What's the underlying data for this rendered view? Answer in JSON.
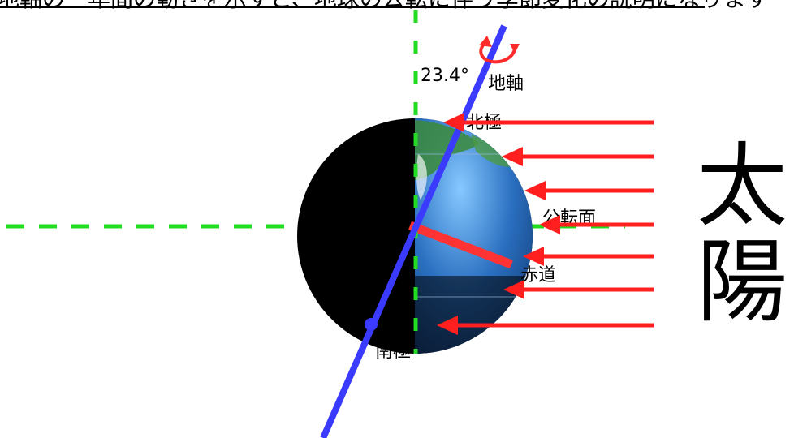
{
  "top_caption": "地軸の一年間の動きを示すと、地球の公転に伴う季節変化の説明になります",
  "labels": {
    "tilt_angle": "23.4°",
    "earth_axis": "地軸",
    "north_pole": "北極",
    "orbital_plane": "公転面",
    "equator": "赤道",
    "south_pole": "南極"
  },
  "sun": {
    "line1": "太",
    "line2": "陽"
  },
  "colors": {
    "axis": "#3b3bff",
    "sun_rays": "#ff1f1f",
    "rotation_arrow": "#ff2a2a",
    "guides": "#22dd22",
    "equator_band": "#ff3333",
    "night_side": "#000000",
    "ocean": "#1f5fb0",
    "land": "#3b8a3b"
  },
  "icons": {
    "rotation": "rotation-arrow-icon",
    "sun_rays": "arrow-left-icon"
  }
}
